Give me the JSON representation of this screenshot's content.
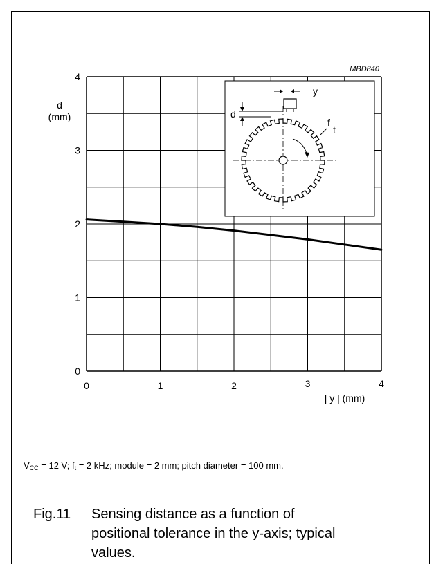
{
  "chart_data": {
    "type": "line",
    "code": "MBD840",
    "ylabel_symbol": "d",
    "ylabel_unit": "(mm)",
    "xlabel": "| y | (mm)",
    "xlim": [
      0,
      4
    ],
    "ylim": [
      0,
      4
    ],
    "x_ticks": [
      "0",
      "1",
      "2",
      "3",
      "4"
    ],
    "y_ticks": [
      "0",
      "1",
      "2",
      "3",
      "4"
    ],
    "grid": true,
    "series": [
      {
        "x": [
          0,
          0.5,
          1.0,
          1.5,
          2.0,
          2.5,
          3.0,
          3.5,
          4.0
        ],
        "y": [
          2.06,
          2.03,
          2.0,
          1.96,
          1.91,
          1.85,
          1.79,
          1.72,
          1.65
        ]
      }
    ],
    "inset": {
      "label_y": "y",
      "label_d": "d",
      "label_f": "f",
      "label_f_sub": "t"
    }
  },
  "conditions": {
    "vcc": "V",
    "vcc_sub": "CC",
    "vcc_val": " = 12 V; f",
    "ft_sub": "t",
    "rest": " = 2 kHz; module = 2 mm; pitch diameter = 100 mm."
  },
  "caption": {
    "number": "Fig.11",
    "text": "Sensing distance as a function of positional tolerance in the y-axis; typical values."
  }
}
